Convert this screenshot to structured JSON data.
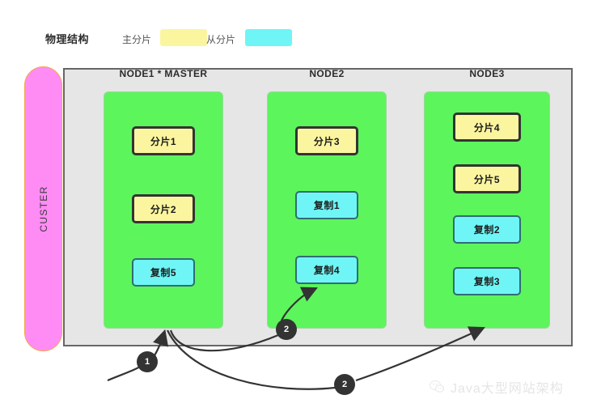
{
  "legend": {
    "title": "物理结构",
    "primary_label": "主分片",
    "replica_label": "从分片",
    "primary_color": "#FBF5A0",
    "replica_color": "#6FF5F5"
  },
  "cluster": {
    "label": "CUSTER",
    "fill_color": "#FF8CF5",
    "border_color": "#F5A54A"
  },
  "panel": {
    "background": "#E6E6E6",
    "border_color": "#666666"
  },
  "nodes": [
    {
      "title": "NODE1 * MASTER",
      "fill_color": "#5CF55C",
      "boxes": [
        {
          "label": "分片1",
          "type": "primary"
        },
        {
          "label": "分片2",
          "type": "primary"
        },
        {
          "label": "复制5",
          "type": "replica"
        }
      ]
    },
    {
      "title": "NODE2",
      "fill_color": "#5CF55C",
      "boxes": [
        {
          "label": "分片3",
          "type": "primary"
        },
        {
          "label": "复制1",
          "type": "replica"
        },
        {
          "label": "复制4",
          "type": "replica"
        }
      ]
    },
    {
      "title": "NODE3",
      "fill_color": "#5CF55C",
      "boxes": [
        {
          "label": "分片4",
          "type": "primary"
        },
        {
          "label": "分片5",
          "type": "primary"
        },
        {
          "label": "复制2",
          "type": "replica"
        },
        {
          "label": "复制3",
          "type": "replica"
        }
      ]
    }
  ],
  "callouts": [
    {
      "label": "1"
    },
    {
      "label": "2"
    },
    {
      "label": "2"
    }
  ],
  "watermark": {
    "text": "Java大型网站架构",
    "icon": "wechat-icon"
  }
}
